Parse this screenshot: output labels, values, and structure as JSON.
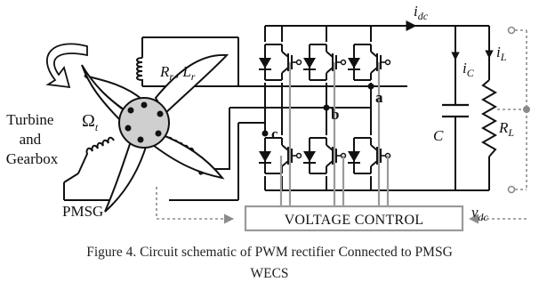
{
  "labels": {
    "idc": {
      "main": "i",
      "sub": "dc"
    },
    "iL": {
      "main": "i",
      "sub": "L"
    },
    "iC": {
      "main": "i",
      "sub": "C"
    },
    "C": "C",
    "RL": {
      "main": "R",
      "sub": "L"
    },
    "Rr": {
      "main": "R",
      "sub": "r"
    },
    "sep": ",",
    "Lr": {
      "main": "L",
      "sub": "r"
    },
    "node_a": "a",
    "node_b": "b",
    "node_c": "c",
    "turbine_line1": "Turbine",
    "turbine_line2": "and",
    "turbine_line3": "Gearbox",
    "omega": {
      "main": "Ω",
      "sub": "t"
    },
    "pmsg": "PMSG",
    "voltage_control": "VOLTAGE CONTROL",
    "vdc": {
      "main": "v",
      "sub": "dc"
    }
  },
  "caption": {
    "line1": "Figure 4. Circuit schematic of PWM rectifier Connected to PMSG",
    "line2": "WECS"
  },
  "colors": {
    "wire": "#111111",
    "control": "#9a9a9a",
    "hub": "#cfcfcf",
    "line_out": "#8a8a8a"
  }
}
